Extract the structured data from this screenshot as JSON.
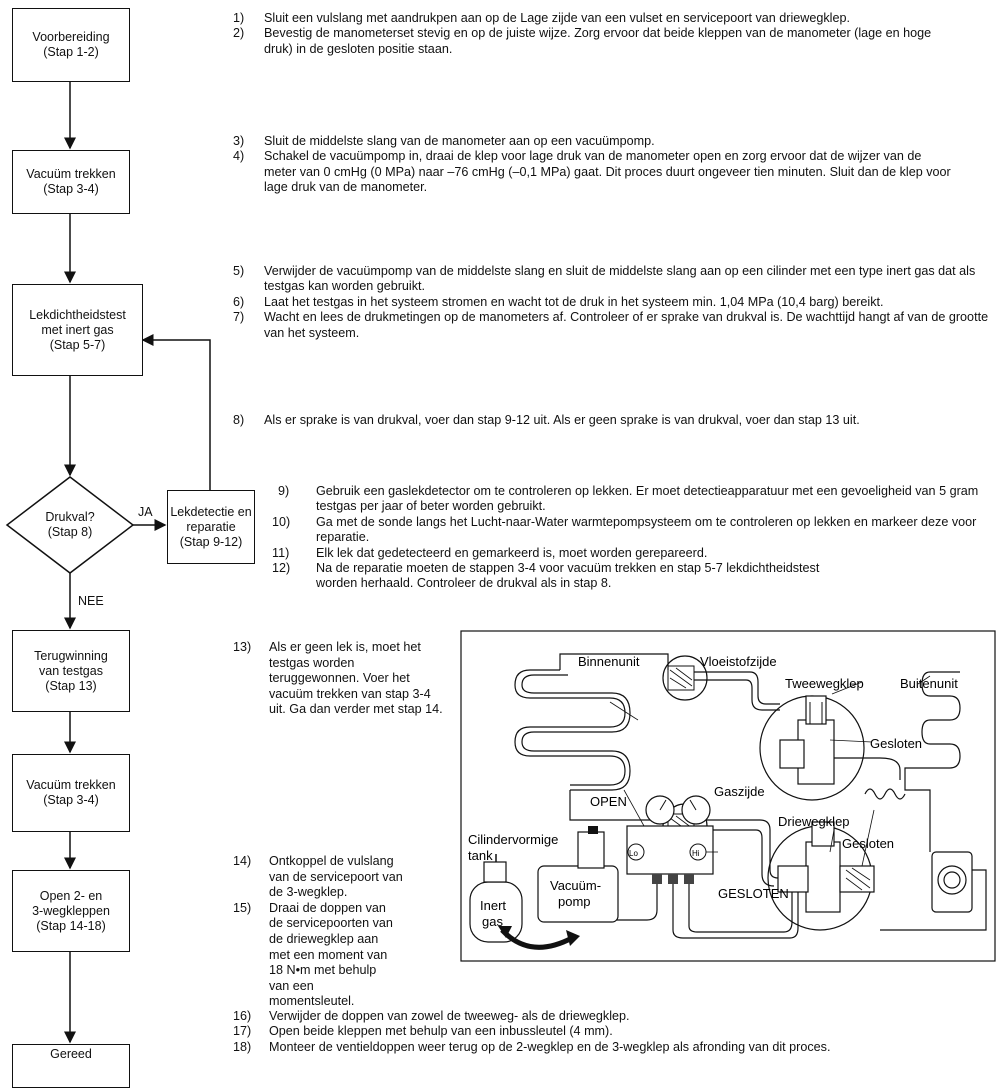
{
  "flowchart": {
    "voorbereiding": [
      "Voorbereiding",
      "(Stap 1-2)"
    ],
    "vacuum1": [
      "Vacuüm trekken",
      "(Stap 3-4)"
    ],
    "lekdicht": [
      "Lekdichtheidstest",
      "met inert gas",
      "(Stap 5-7)"
    ],
    "drukval": [
      "Drukval?",
      "(Stap 8)"
    ],
    "lekdetectie": [
      "Lekdetectie en",
      "reparatie",
      "(Stap 9-12)"
    ],
    "terugwinning": [
      "Terugwinning",
      "van testgas",
      "(Stap 13)"
    ],
    "vacuum2": [
      "Vacuüm trekken",
      "(Stap 3-4)"
    ],
    "open": [
      "Open 2- en",
      "3-wegkleppen",
      "(Stap 14-18)"
    ],
    "gereed": "Gereed",
    "ja": "JA",
    "nee": "NEE"
  },
  "steps_a": [
    {
      "n": "1)",
      "t": "Sluit een vulslang met aandrukpen aan op de Lage zijde van een vulset en servicepoort van driewegklep."
    },
    {
      "n": "2)",
      "t": "Bevestig de manometerset stevig en op de juiste wijze. Zorg ervoor dat beide kleppen van de manometer (lage en hoge druk) in de gesloten positie staan."
    }
  ],
  "steps_b": [
    {
      "n": "3)",
      "t": "Sluit de middelste slang van de manometer aan op een vacuümpomp."
    },
    {
      "n": "4)",
      "t": "Schakel de vacuümpomp in, draai de klep voor lage druk van de manometer open en zorg ervoor dat de wijzer van de meter van 0 cmHg (0 MPa) naar –76 cmHg (–0,1 MPa) gaat. Dit proces duurt ongeveer tien minuten. Sluit dan de klep voor lage druk van de manometer."
    }
  ],
  "steps_c": [
    {
      "n": "5)",
      "t": "Verwijder de vacuümpomp van de middelste slang en sluit de middelste slang aan op een cilinder met een type inert gas dat als testgas kan worden gebruikt."
    },
    {
      "n": "6)",
      "t": "Laat het testgas in het systeem stromen en wacht tot de druk in het systeem min. 1,04 MPa (10,4 barg) bereikt."
    },
    {
      "n": "7)",
      "t": "Wacht en lees de drukmetingen op de manometers af. Controleer of er sprake van drukval is. De wachttijd hangt af van de grootte van het systeem."
    }
  ],
  "steps_d": [
    {
      "n": "8)",
      "t": "Als er sprake is van drukval, voer dan stap 9-12 uit. Als er geen sprake is van drukval, voer dan stap 13 uit."
    }
  ],
  "steps_e": [
    {
      "n": "9)",
      "t": "Gebruik een gaslekdetector om te controleren op lekken. Er moet detectieapparatuur met een gevoeligheid van 5 gram testgas per jaar of beter worden gebruikt."
    },
    {
      "n": "10)",
      "t": "Ga met de sonde langs het Lucht-naar-Water warmtepompsysteem om te controleren op lekken en markeer deze voor reparatie."
    },
    {
      "n": "11)",
      "t": "Elk lek dat gedetecteerd en gemarkeerd is, moet worden gerepareerd."
    },
    {
      "n": "12)",
      "t": "Na de reparatie moeten de stappen 3-4 voor vacuüm trekken en stap 5-7 lekdichtheidstest worden herhaald. Controleer de drukval als in stap 8."
    }
  ],
  "steps_f": [
    {
      "n": "13)",
      "t": "Als er geen lek is, moet het testgas worden teruggewonnen. Voer het vacuüm trekken van stap 3-4 uit. Ga dan verder met stap 14."
    }
  ],
  "steps_g": [
    {
      "n": "14)",
      "t": "Ontkoppel de vulslang van de servicepoort van de 3-wegklep."
    },
    {
      "n": "15)",
      "t": "Draai de doppen van de servicepoorten van de driewegklep aan met een moment van 18 N•m met behulp van een momentsleutel."
    }
  ],
  "steps_h": [
    {
      "n": "16)",
      "t": "Verwijder de doppen van zowel de tweeweg- als de driewegklep."
    },
    {
      "n": "17)",
      "t": "Open beide kleppen met behulp van een inbussleutel (4 mm)."
    },
    {
      "n": "18)",
      "t": "Monteer de ventieldoppen weer terug op de 2-wegklep en de 3-wegklep als afronding van dit proces."
    }
  ],
  "diagram": {
    "binnenunit": "Binnenunit",
    "vloeistofzijde": "Vloeistofzijde",
    "tweewegklep": "Tweewegklep",
    "buitenunit": "Buitenunit",
    "gesloten1": "Gesloten",
    "gaszijde": "Gaszijde",
    "driewegklep": "Driewegklep",
    "gesloten2": "Gesloten",
    "cilinder1": "Cilindervormige",
    "cilinder2": "tank",
    "open": "OPEN",
    "lo": "Lo",
    "hi": "Hi",
    "gesloten_caps": "GESLOTEN",
    "inert1": "Inert",
    "inert2": "gas",
    "vacuum1": "Vacuüm-",
    "vacuum2": "pomp"
  }
}
